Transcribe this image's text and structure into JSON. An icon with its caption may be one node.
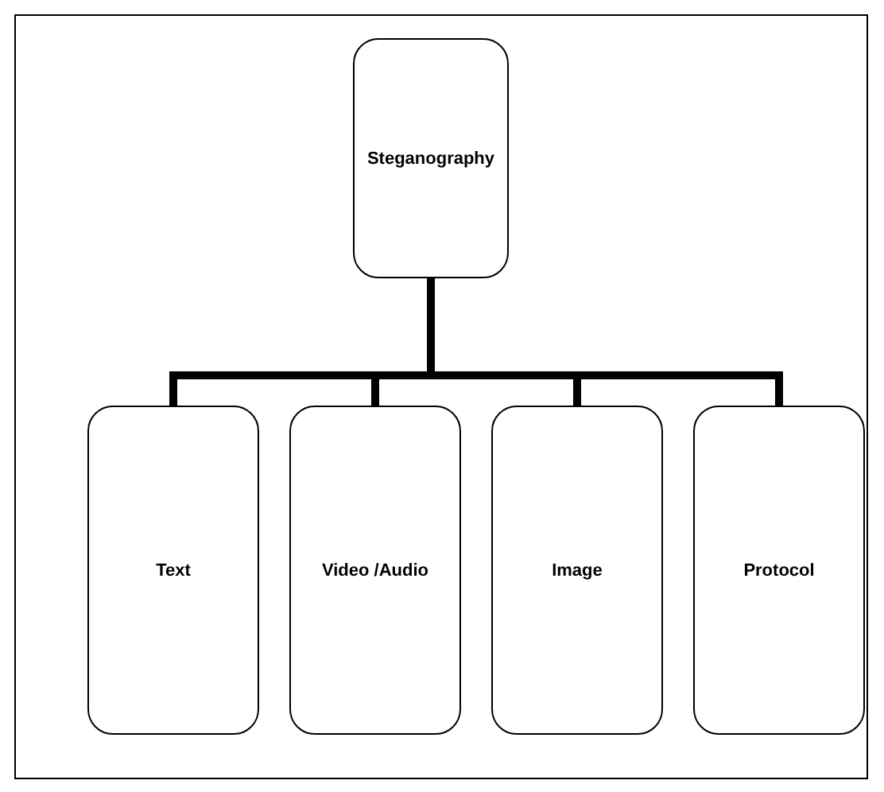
{
  "diagram": {
    "nodes": [
      {
        "text": [
          "Steganography"
        ]
      },
      {
        "text": [
          "Text"
        ]
      },
      {
        "text": [
          "Video /Audio"
        ]
      },
      {
        "text": [
          "Image"
        ]
      },
      {
        "text": [
          "Protocol"
        ]
      }
    ],
    "edges": [
      {
        "from": 0,
        "to": 1,
        "arrow": "none"
      },
      {
        "from": 0,
        "to": 2,
        "arrow": "none"
      },
      {
        "from": 0,
        "to": 3,
        "arrow": "none"
      },
      {
        "from": 0,
        "to": 4,
        "arrow": "none"
      }
    ]
  }
}
